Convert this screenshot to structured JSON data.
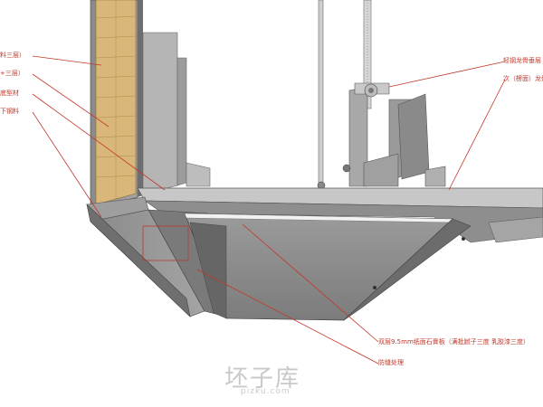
{
  "labels": {
    "left_1": "料三层）",
    "left_2": "+三层）",
    "left_3": "底型材",
    "left_4": "下钢料",
    "right_top": "轻钢龙骨垂层",
    "right_2": "次（楞面）龙骨",
    "bottom_1": "双层9.5mm纸面石膏板（满批腻子三度 乳胶漆三度）",
    "bottom_2": "防缝处理"
  },
  "watermark": {
    "brand": "坯子库",
    "url": "pizku.com"
  },
  "colors": {
    "leader": "#c0392b",
    "board": "#8f8f8f",
    "wood": "#d9b77a"
  }
}
